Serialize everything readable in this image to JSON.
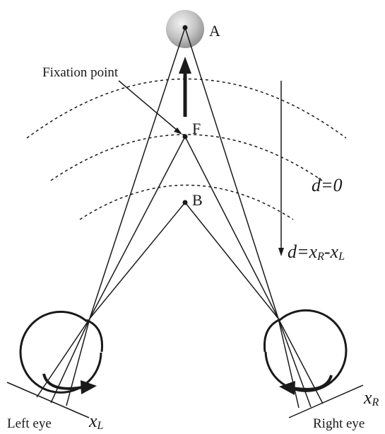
{
  "points": {
    "a_label": "A",
    "f_label": "F",
    "b_label": "B"
  },
  "annotations": {
    "fixation_point": "Fixation point",
    "zero_disparity_d": "d",
    "zero_disparity_eq": "=0",
    "disparity_d": "d",
    "disparity_eq": "=",
    "disparity_xr": "x",
    "disparity_xr_sub": "R",
    "disparity_minus": "-",
    "disparity_xl": "x",
    "disparity_xl_sub": "L"
  },
  "eyes": {
    "left_label": "Left eye",
    "right_label": "Right eye",
    "left_axis_x": "x",
    "left_axis_sub": "L",
    "right_axis_x": "x",
    "right_axis_sub": "R"
  },
  "colors": {
    "stroke": "#1a1a1a",
    "sphere_light": "#e6e6e6",
    "sphere_dark": "#8c8c8c"
  }
}
